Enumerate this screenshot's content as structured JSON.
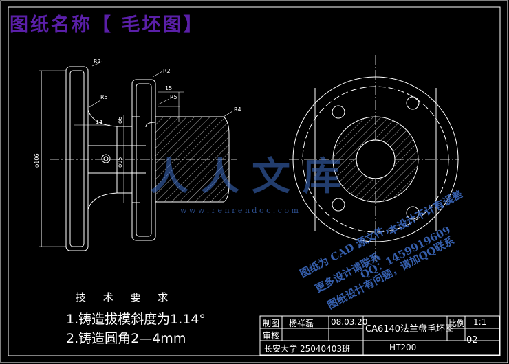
{
  "title": "图纸名称【 毛坯图】",
  "dimensions": {
    "r2_left": "R2",
    "r2_right": "R2",
    "r5_left": "R5",
    "r5_right": "R5",
    "r4": "R4",
    "d15": "15",
    "d14": "14",
    "d106": "φ106",
    "d95": "φ95",
    "d6": "φ6"
  },
  "watermark": {
    "site": "人人文库",
    "url": "w w w . r e n r e n d o c . c o m",
    "notice_1": "图纸为 CAD 源文件，",
    "notice_2": "更多设计请联系",
    "notice_3": "QQ：1459919609",
    "notice_4": "图纸设计有问题，请加QQ联系",
    "notice_5": "本设计不计有误差"
  },
  "tech": {
    "heading": "技 术 要 求",
    "item1": "1.铸造拔模斜度为1.14°",
    "item2": "2.铸造圆角2—4mm"
  },
  "title_block": {
    "drawn_label": "制图",
    "drawn_name": "杨祥磊",
    "date": "08.03.20",
    "checked_label": "审核",
    "part_name": "CA6140法兰盘毛坯图",
    "scale_label": "比例",
    "scale": "1:1",
    "school": "长安大学",
    "student_no": "25040403班",
    "material": "HT200",
    "sheet_no": "02"
  }
}
